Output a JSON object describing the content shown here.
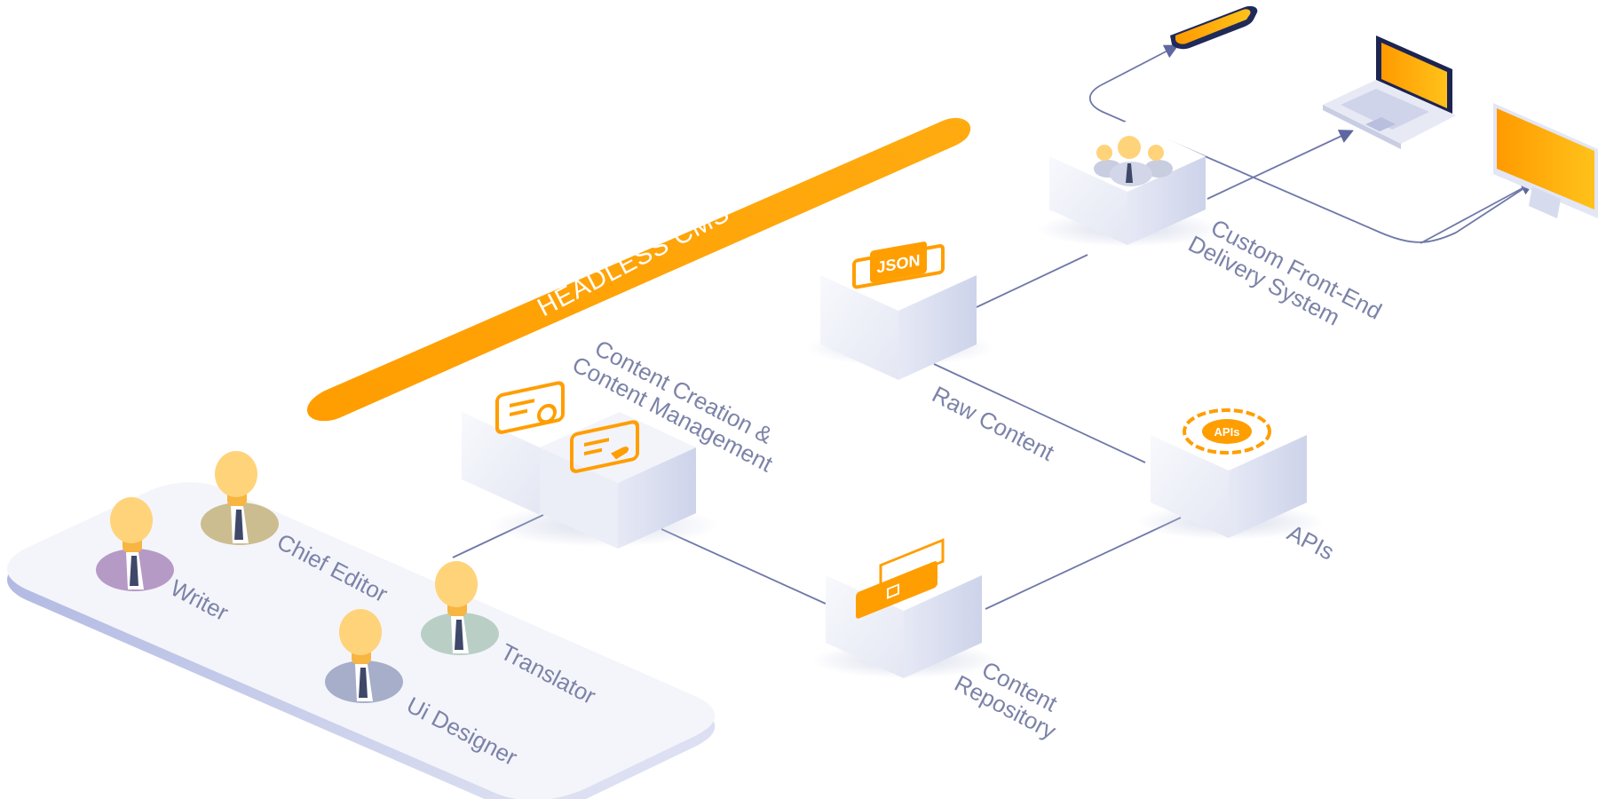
{
  "banner": {
    "label": "HEADLESS CMS"
  },
  "users": {
    "writer": "Writer",
    "chief_editor": "Chief Editor",
    "translator": "Translator",
    "ui_designer": "Ui Designer"
  },
  "nodes": {
    "content_creation": {
      "line1": "Content Creation &",
      "line2": "Content Management"
    },
    "raw_content": {
      "label": "Raw Content",
      "icon_text": "JSON"
    },
    "content_repository": {
      "line1": "Content",
      "line2": "Repository"
    },
    "apis": {
      "label": "APIs",
      "icon_text": "APIs"
    },
    "delivery": {
      "line1": "Custom Front-End",
      "line2": "Delivery System"
    }
  },
  "devices": [
    "phone",
    "laptop",
    "monitor"
  ],
  "colors": {
    "accent": "#ffa200",
    "accent_light": "#ffc94d",
    "line": "#6f78a8",
    "label": "#7c83a8",
    "platform": "#f4f5fa",
    "platform_edge": "#c3c9e6",
    "writer_body": "#b69ac6",
    "chief_body": "#cbbd8f",
    "translator_body": "#b9cfc6",
    "designer_body": "#a6aec9",
    "skin": "#ffd37a"
  }
}
